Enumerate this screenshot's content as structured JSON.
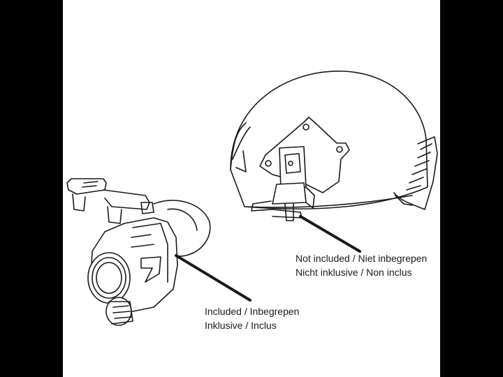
{
  "not_included": {
    "line1": "Not included / Niet inbegrepen",
    "line2": "Nicht inklusive / Non inclus"
  },
  "included": {
    "line1": "Included / Inbegrepen",
    "line2": "Inklusive / Inclus"
  },
  "colors": {
    "background": "#000000",
    "panel": "#ffffff",
    "stroke": "#1a1a1a",
    "text": "#1a1a1a"
  }
}
